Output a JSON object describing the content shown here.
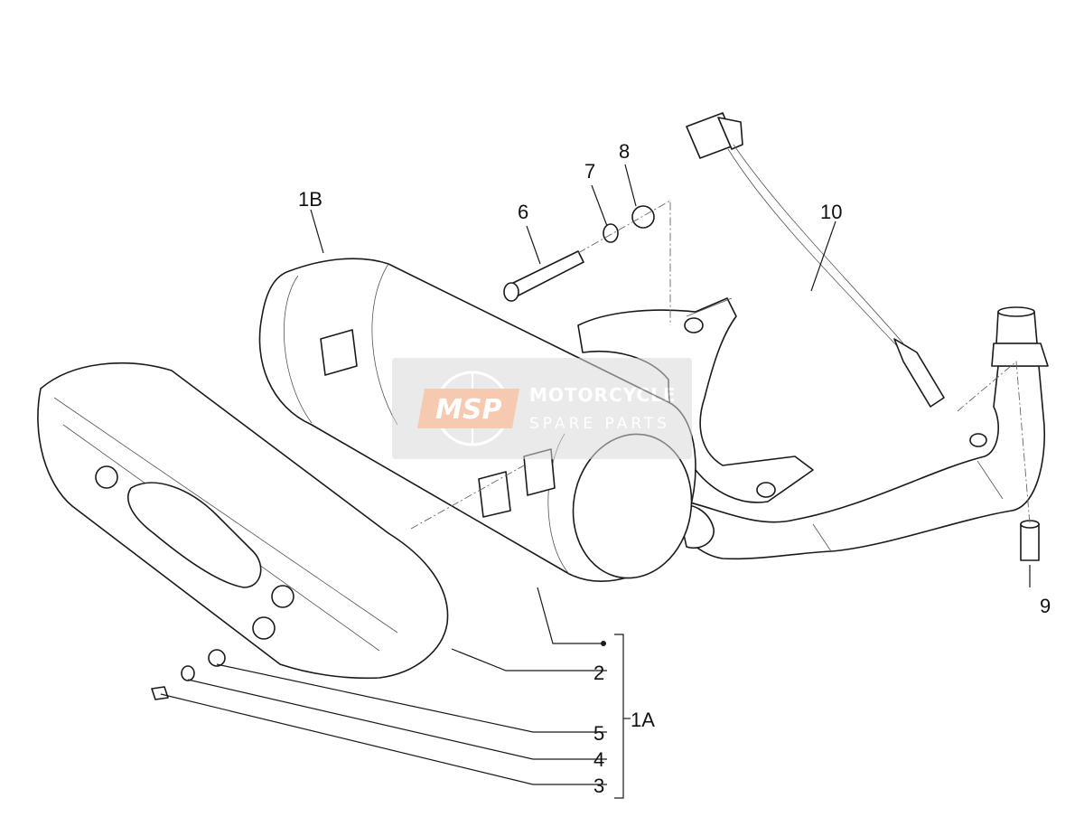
{
  "callouts": {
    "c1A": "1A",
    "c1B": "1B",
    "c2": "2",
    "c3": "3",
    "c4": "4",
    "c5": "5",
    "c6": "6",
    "c7": "7",
    "c8": "8",
    "c9": "9",
    "c10": "10"
  },
  "watermark": {
    "logo": "MSP",
    "line1": "MOTORCYCLE",
    "line2": "SPARE PARTS"
  },
  "colors": {
    "line": "#1a1a1a",
    "watermark_bg": "#d9d9d9",
    "watermark_logo": "#f0a070"
  }
}
